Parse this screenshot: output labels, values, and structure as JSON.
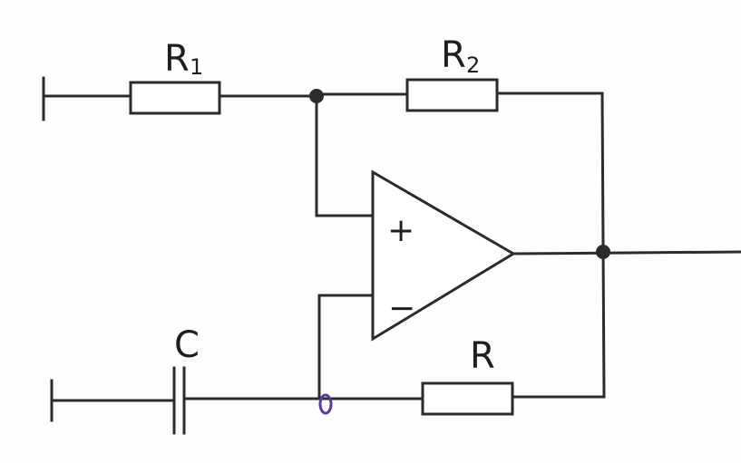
{
  "diagram": {
    "labels": {
      "r1": "R",
      "r1_sub": "1",
      "r2": "R",
      "r2_sub": "2",
      "c": "C",
      "r": "R",
      "plus": "+",
      "minus": "−"
    },
    "colors": {
      "line": "#2b2b2b",
      "marker": "#5a3aa0"
    }
  }
}
